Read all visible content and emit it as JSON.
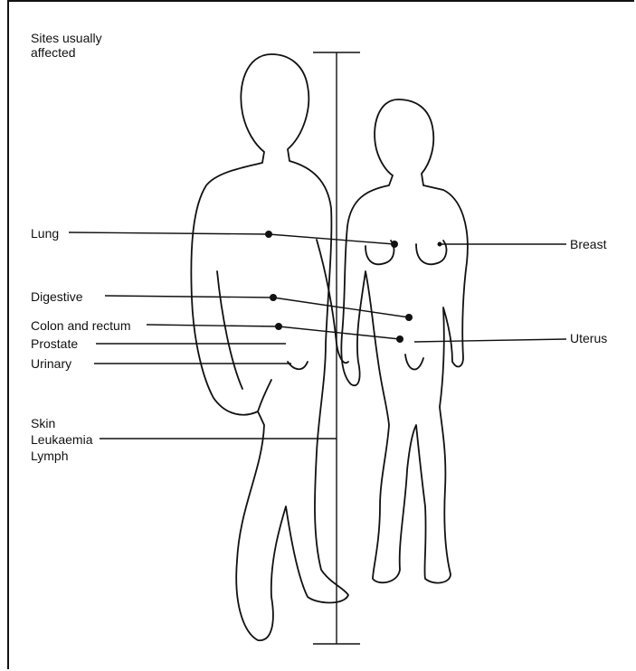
{
  "title": "Sites usually affected",
  "labels": {
    "lung": "Lung",
    "digestive": "Digestive",
    "colon": "Colon and rectum",
    "prostate": "Prostate",
    "urinary": "Urinary",
    "skin": "Skin",
    "leukaemia": "Leukaemia",
    "lymph": "Lymph",
    "breast": "Breast",
    "uterus": "Uterus"
  }
}
